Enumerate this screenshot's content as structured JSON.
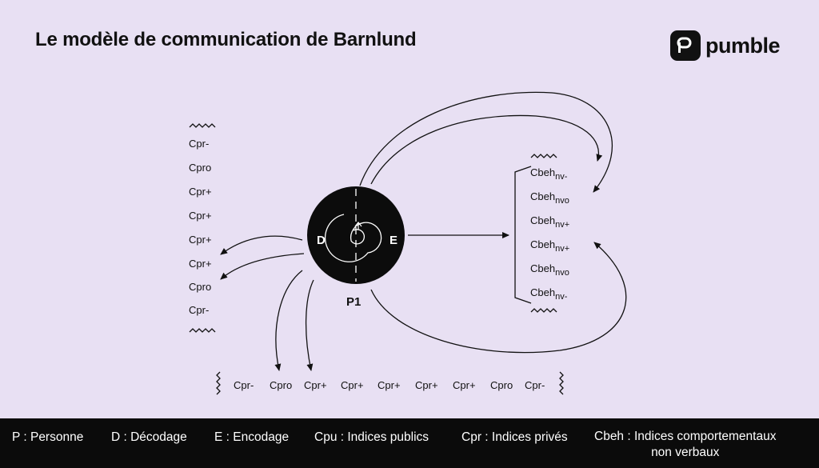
{
  "title": "Le modèle de communication de Barnlund",
  "brand": {
    "name": "pumble",
    "icon": "pumble-logo-icon"
  },
  "person": {
    "label": "P1",
    "decode_label": "D",
    "encode_label": "E"
  },
  "left_cues": [
    "Cpr-",
    "Cpro",
    "Cpr+",
    "Cpr+",
    "Cpr+",
    "Cpr+",
    "Cpro",
    "Cpr-"
  ],
  "bottom_cues": [
    "Cpr-",
    "Cpro",
    "Cpr+",
    "Cpr+",
    "Cpr+",
    "Cpr+",
    "Cpr+",
    "Cpro",
    "Cpr-"
  ],
  "right_cues": [
    {
      "base": "Cbeh",
      "sub": "nv-"
    },
    {
      "base": "Cbeh",
      "sub": "nvo"
    },
    {
      "base": "Cbeh",
      "sub": "nv+"
    },
    {
      "base": "Cbeh",
      "sub": "nv+"
    },
    {
      "base": "Cbeh",
      "sub": "nvo"
    },
    {
      "base": "Cbeh",
      "sub": "nv-"
    }
  ],
  "legend": {
    "p": "P : Personne",
    "d": "D : Décodage",
    "e": "E : Encodage",
    "cpu": "Cpu : Indices publics",
    "cpr": "Cpr : Indices privés",
    "cbeh_line1": "Cbeh : Indices comportementaux",
    "cbeh_line2": "non verbaux"
  },
  "colors": {
    "background": "#e8e0f3",
    "ink": "#111111",
    "legend_bg": "#0b0b0b"
  }
}
